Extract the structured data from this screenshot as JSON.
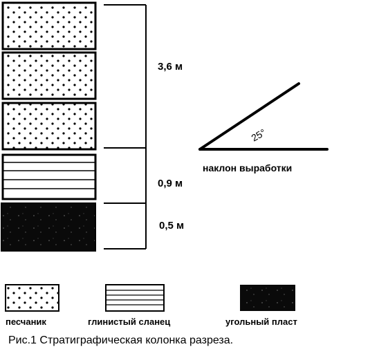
{
  "column": {
    "thickness_labels": {
      "sandstone": "3,6 м",
      "shale": "0,9 м",
      "coal": "0,5 м"
    }
  },
  "inclination": {
    "angle_label": "25°",
    "caption": "наклон выработки"
  },
  "legend": {
    "sandstone": "песчаник",
    "shale": "глинистый сланец",
    "coal": "угольный пласт"
  },
  "figure_caption": "Рис.1 Стратиграфическая колонка разреза."
}
